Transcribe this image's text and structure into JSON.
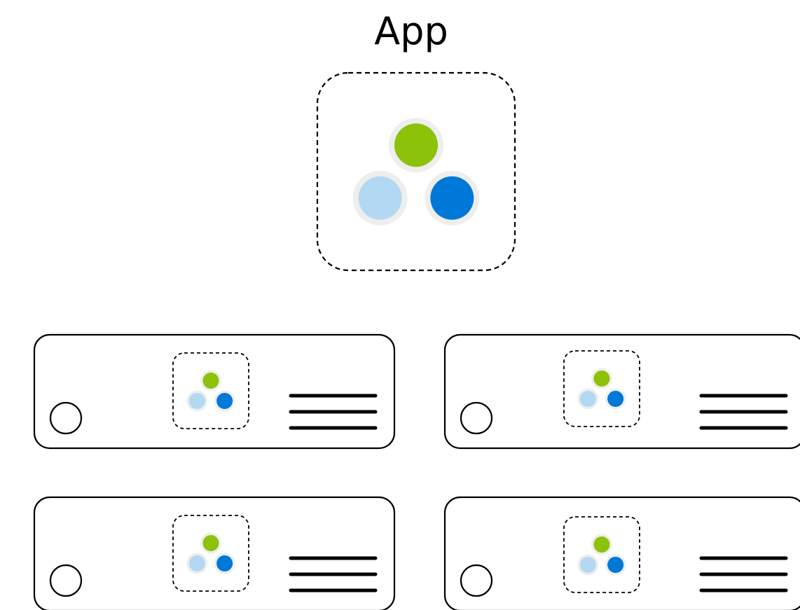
{
  "title": "App",
  "colors": {
    "green": "#8CC20A",
    "light_blue": "#B3D8F2",
    "blue": "#0078D7",
    "halo": "#EEEEEE",
    "stroke": "#000000"
  },
  "app_icon": {
    "name": "app-icon",
    "circles": [
      "green",
      "light_blue",
      "blue"
    ]
  },
  "servers": [
    {
      "name": "server-1",
      "icon": "app-icon",
      "indicator": "circle-icon",
      "menu": "hamburger-icon"
    },
    {
      "name": "server-2",
      "icon": "app-icon",
      "indicator": "circle-icon",
      "menu": "hamburger-icon"
    },
    {
      "name": "server-3",
      "icon": "app-icon",
      "indicator": "circle-icon",
      "menu": "hamburger-icon"
    },
    {
      "name": "server-4",
      "icon": "app-icon",
      "indicator": "circle-icon",
      "menu": "hamburger-icon"
    }
  ]
}
